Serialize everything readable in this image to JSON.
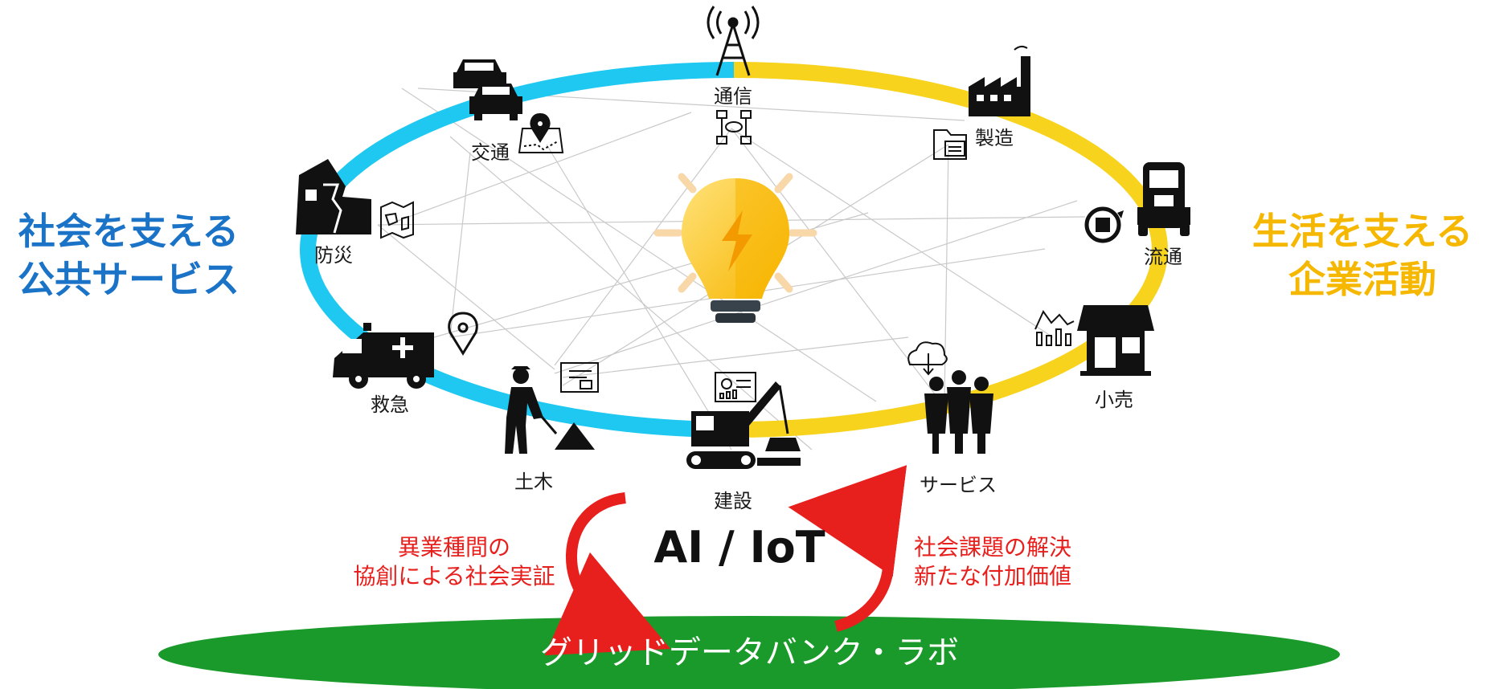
{
  "left_heading": [
    "社会を支える",
    "公共サービス"
  ],
  "right_heading": [
    "生活を支える",
    "企業活動"
  ],
  "nodes": {
    "tsushin": "通信",
    "seizo": "製造",
    "ryutsu": "流通",
    "kouri": "小売",
    "service": "サービス",
    "kensetsu": "建設",
    "doboku": "土木",
    "kyukyu": "救急",
    "bousai": "防災",
    "koutsu": "交通"
  },
  "left_note": [
    "異業種間の",
    "協創による社会実証"
  ],
  "right_note": [
    "社会課題の解決",
    "新たな付加価値"
  ],
  "center_label": "AI / IoT",
  "lab_name": "グリッドデータバンク・ラボ",
  "colors": {
    "public_ring": "#1ec8f0",
    "business_ring": "#f7d31e",
    "public_text": "#1a73c7",
    "business_text": "#f5b700",
    "arrow_red": "#e8201d",
    "lab_green": "#1a9a2a"
  }
}
